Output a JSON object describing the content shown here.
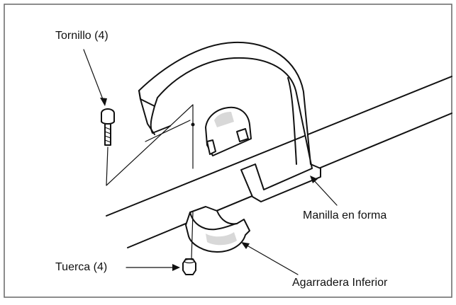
{
  "labels": {
    "bolt": "Tornillo (4)",
    "nut": "Tuerca (4)",
    "handle": "Manilla en forma",
    "lower_grip": "Agarradera Inferior"
  },
  "colors": {
    "line": "#111111",
    "background": "#ffffff",
    "frame": "#666666"
  }
}
